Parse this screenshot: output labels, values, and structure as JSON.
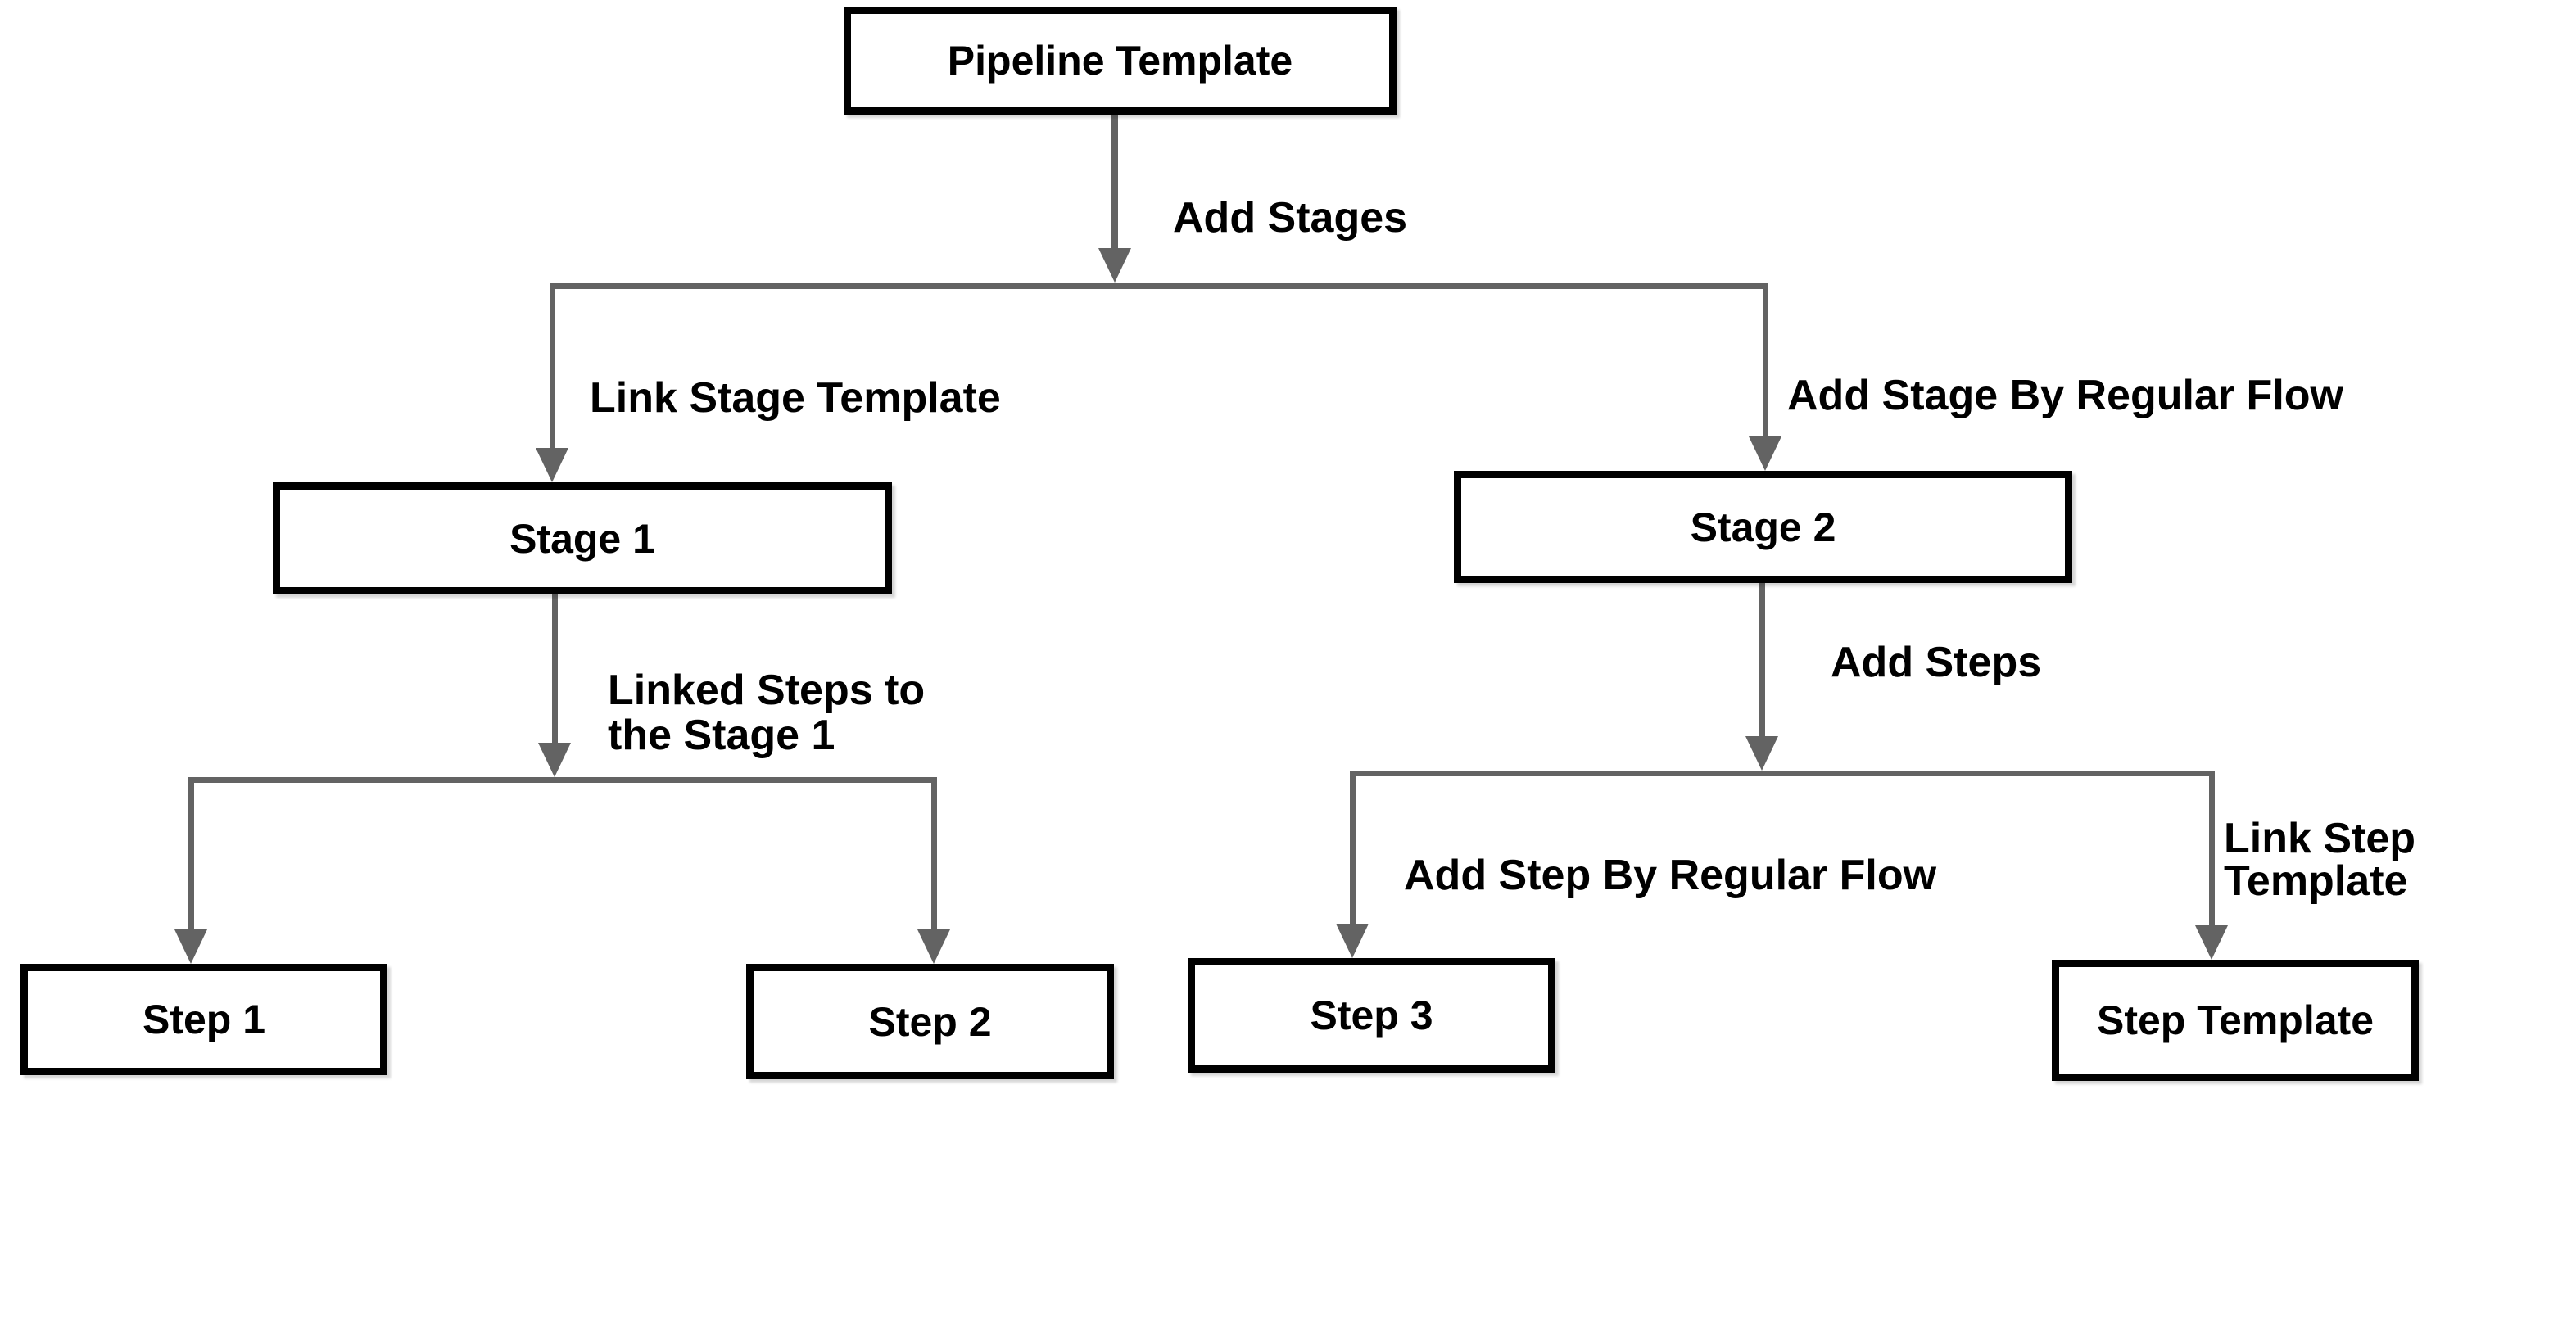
{
  "diagram": {
    "background": "#ffffff",
    "colors": {
      "node_border": "#000000",
      "node_fill": "#ffffff",
      "connector": "#636363",
      "label_text": "#000000"
    },
    "nodes": {
      "pipeline_template": {
        "label": "Pipeline Template"
      },
      "stage_1": {
        "label": "Stage 1"
      },
      "stage_2": {
        "label": "Stage 2"
      },
      "step_1": {
        "label": "Step 1"
      },
      "step_2": {
        "label": "Step 2"
      },
      "step_3": {
        "label": "Step 3"
      },
      "step_template": {
        "label": "Step Template"
      }
    },
    "edge_labels": {
      "add_stages": "Add Stages",
      "link_stage_template": "Link Stage Template",
      "add_stage_by_regular_flow": "Add Stage By Regular Flow",
      "linked_steps_to_the_stage_1": "Linked Steps to\nthe Stage 1",
      "add_steps": "Add Steps",
      "add_step_by_regular_flow": "Add Step By Regular Flow",
      "link_step_template": "Link Step Template"
    },
    "edges": [
      {
        "from": "Pipeline Template",
        "to": "Stage 1",
        "trunk_label": "Add Stages",
        "branch_label": "Link Stage Template"
      },
      {
        "from": "Pipeline Template",
        "to": "Stage 2",
        "trunk_label": "Add Stages",
        "branch_label": "Add Stage By Regular Flow"
      },
      {
        "from": "Stage 1",
        "to": "Step 1",
        "trunk_label": "Linked Steps to the Stage 1"
      },
      {
        "from": "Stage 1",
        "to": "Step 2",
        "trunk_label": "Linked Steps to the Stage 1"
      },
      {
        "from": "Stage 2",
        "to": "Step 3",
        "trunk_label": "Add Steps",
        "branch_label": "Add Step By Regular Flow"
      },
      {
        "from": "Stage 2",
        "to": "Step Template",
        "trunk_label": "Add Steps",
        "branch_label": "Link Step Template"
      }
    ]
  }
}
